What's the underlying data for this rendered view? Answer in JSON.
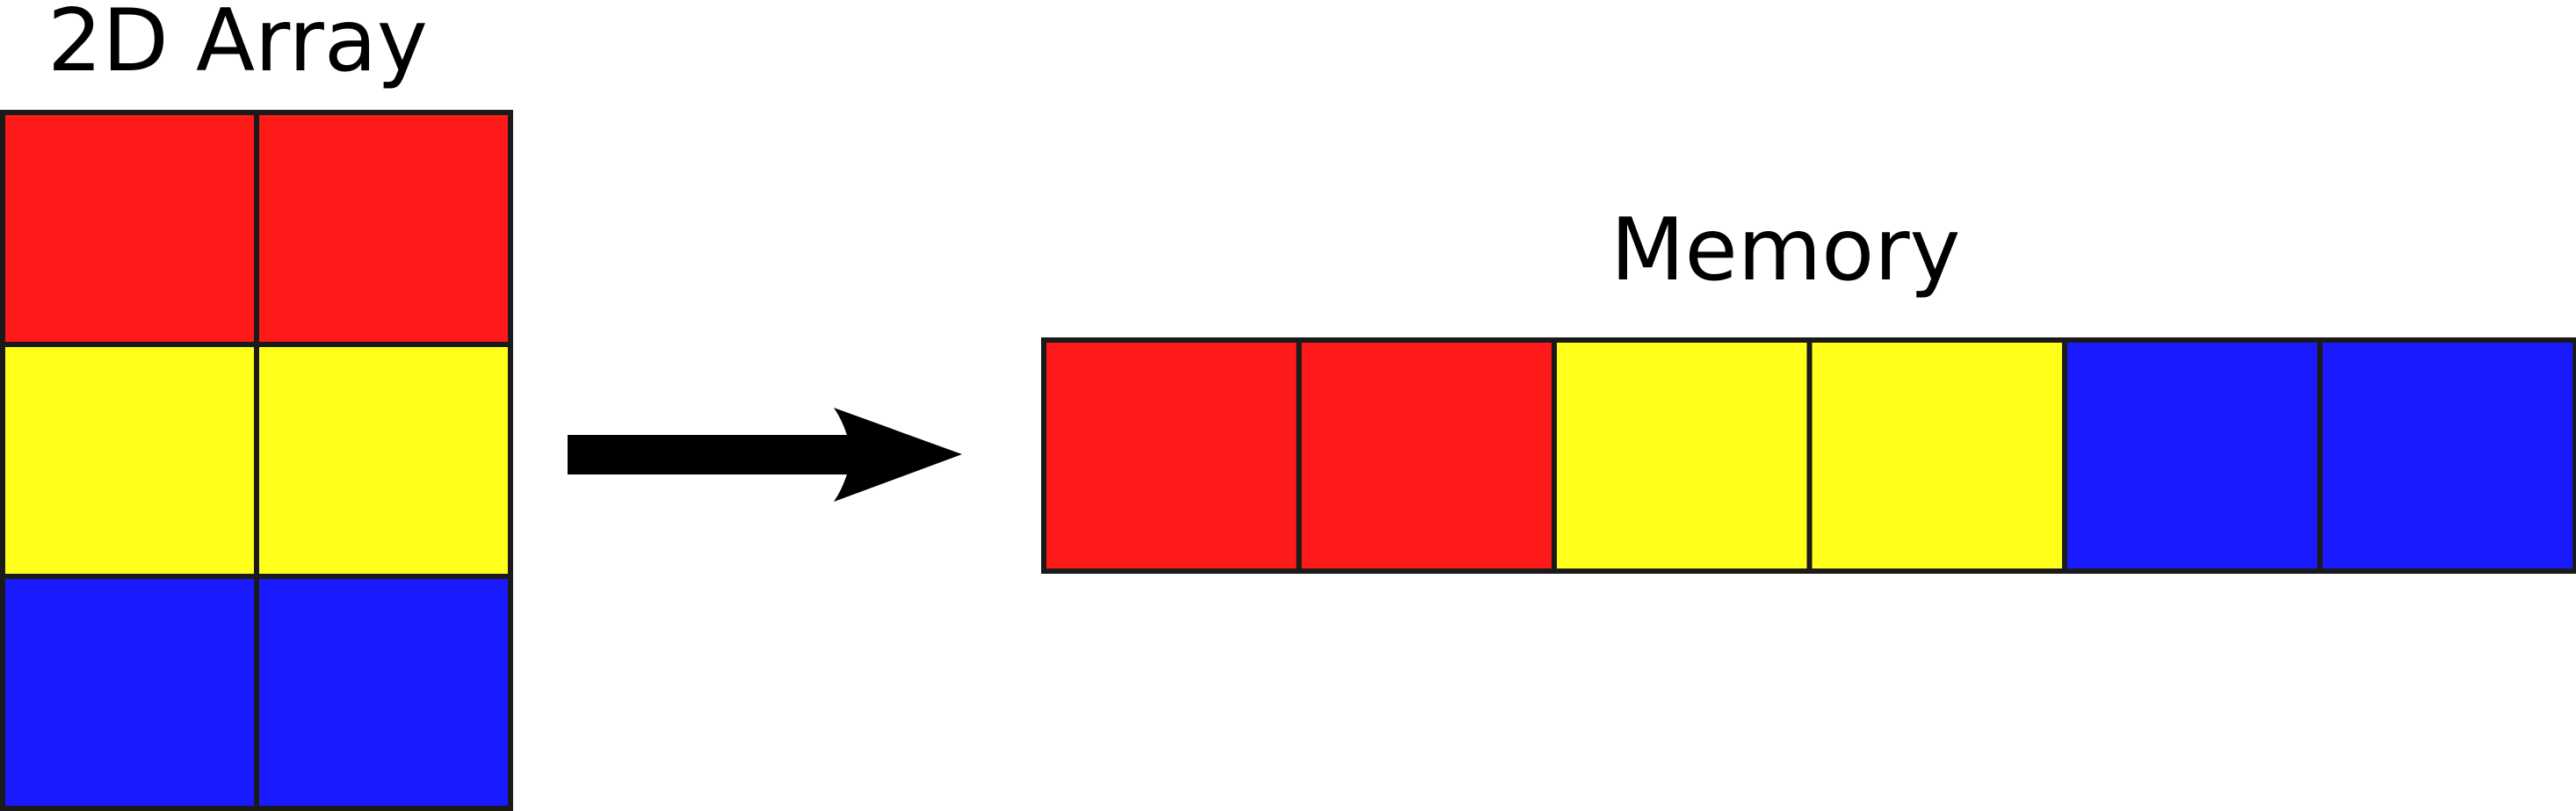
{
  "array_title": "2D Array",
  "memory_title": "Memory",
  "colors": {
    "red": "#ff1a1a",
    "yellow": "#ffff1a",
    "blue": "#1a1aff",
    "border": "#1a1a1a",
    "arrow": "#000000"
  },
  "array_rows": [
    [
      "red",
      "red"
    ],
    [
      "yellow",
      "yellow"
    ],
    [
      "blue",
      "blue"
    ]
  ],
  "memory_cells": [
    "red",
    "red",
    "yellow",
    "yellow",
    "blue",
    "blue"
  ]
}
